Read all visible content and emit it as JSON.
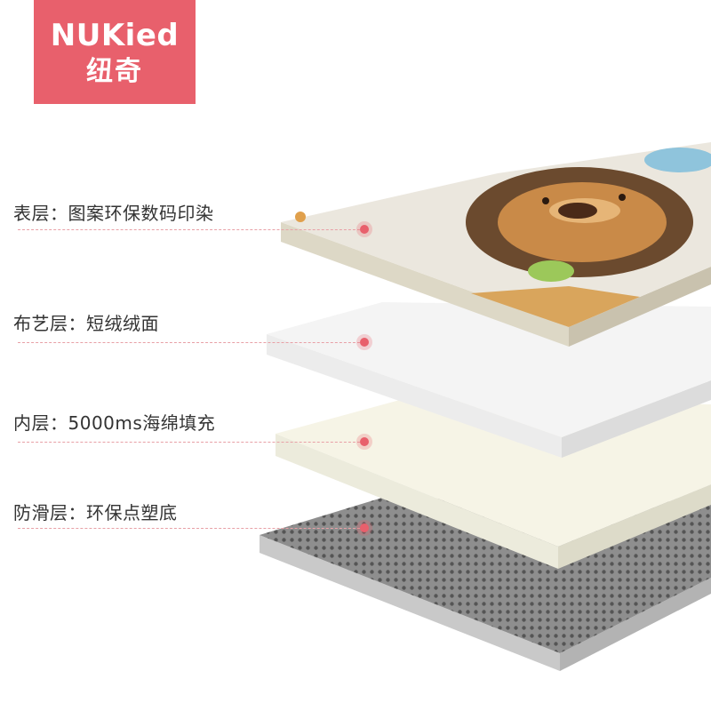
{
  "brand": {
    "name_en": "NUKied",
    "name_cn": "纽奇",
    "color": "#e8606c"
  },
  "layers": [
    {
      "label": "表层：图案环保数码印染"
    },
    {
      "label": "布艺层：短绒绒面"
    },
    {
      "label": "内层：5000ms海绵填充"
    },
    {
      "label": "防滑层：环保点塑底"
    }
  ]
}
